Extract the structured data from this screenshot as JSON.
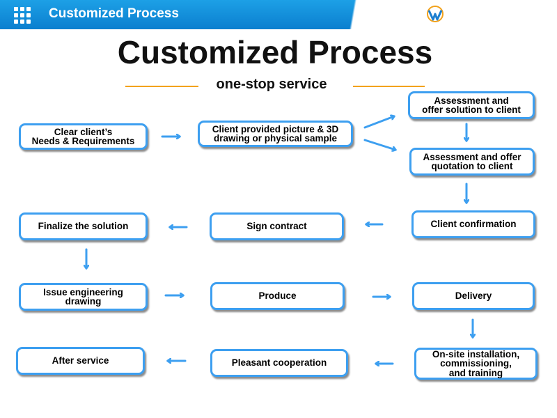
{
  "header": {
    "title": "Customized Process",
    "colors": {
      "bar": "#1da0e6",
      "box_border": "#3d9ff0",
      "rule": "#f2a21c"
    },
    "logo_icon": "company-logo"
  },
  "page": {
    "title": "Customized Process",
    "subtitle": "one-stop service"
  },
  "steps": {
    "needs": "Clear client’s\nNeeds & Requirements",
    "sample": "Client provided picture & 3D\ndrawing or physical sample",
    "assess_solution": "Assessment and\noffer solution to client",
    "assess_quote": "Assessment and offer\nquotation to client",
    "confirmation": "Client confirmation",
    "contract": "Sign contract",
    "finalize": "Finalize the solution",
    "engineering": "Issue engineering\ndrawing",
    "produce": "Produce",
    "delivery": "Delivery",
    "installation": "On-site installation,\ncommissioning,\nand training",
    "cooperation": "Pleasant cooperation",
    "after_service": "After service"
  }
}
